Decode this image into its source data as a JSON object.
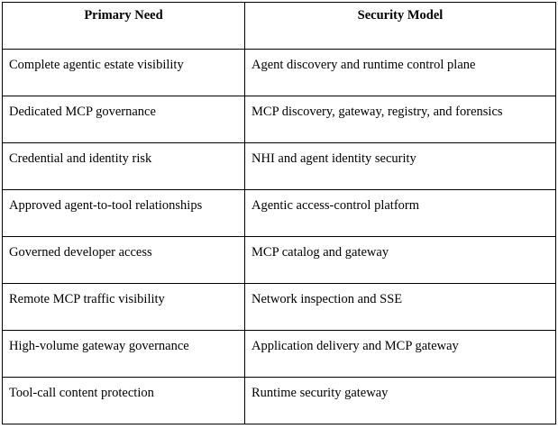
{
  "table": {
    "headers": [
      "Primary Need",
      "Security Model"
    ],
    "rows": [
      [
        "Complete agentic estate visibility",
        "Agent discovery and runtime control plane"
      ],
      [
        "Dedicated MCP governance",
        "MCP discovery, gateway, registry, and forensics"
      ],
      [
        "Credential and identity risk",
        "NHI and agent identity security"
      ],
      [
        "Approved agent-to-tool relationships",
        "Agentic access-control platform"
      ],
      [
        "Governed developer access",
        "MCP catalog and gateway"
      ],
      [
        "Remote MCP traffic visibility",
        "Network inspection and SSE"
      ],
      [
        "High-volume gateway governance",
        "Application delivery and MCP gateway"
      ],
      [
        "Tool-call  content protection",
        "Runtime security gateway"
      ]
    ]
  }
}
